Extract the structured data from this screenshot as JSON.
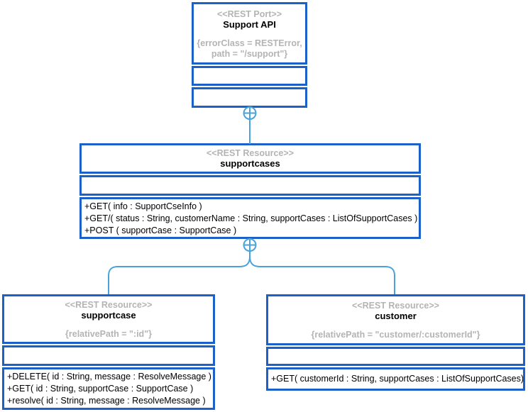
{
  "nodes": {
    "support_api": {
      "stereotype": "<<REST Port>>",
      "name": "Support API",
      "properties": [
        "{errorClass = RESTError,",
        "path = \"/support\"}"
      ]
    },
    "supportcases": {
      "stereotype": "<<REST Resource>>",
      "name": "supportcases",
      "operations": [
        "+GET( info : SupportCseInfo )",
        "+GET/( status : String, customerName : String, supportCases : ListOfSupportCases )",
        "+POST ( supportCase : SupportCase )"
      ]
    },
    "supportcase": {
      "stereotype": "<<REST Resource>>",
      "name": "supportcase",
      "properties": [
        "{relativePath = \":id\"}"
      ],
      "operations": [
        "+DELETE( id : String, message : ResolveMessage )",
        "+GET( id : String, supportCase : SupportCase )",
        "+resolve( id : String, message : ResolveMessage )"
      ]
    },
    "customer": {
      "stereotype": "<<REST Resource>>",
      "name": "customer",
      "properties": [
        "{relativePath = \"customer/:customerId\"}"
      ],
      "operations": [
        "+GET( customerId : String, supportCases : ListOfSupportCases)"
      ]
    }
  },
  "icons": {
    "port_connector": "circle-plus"
  },
  "colors": {
    "node_border": "#1c61c7",
    "connector": "#4aa2dc",
    "muted_text": "#b4b4b4",
    "text": "#000000",
    "background": "#ffffff"
  }
}
